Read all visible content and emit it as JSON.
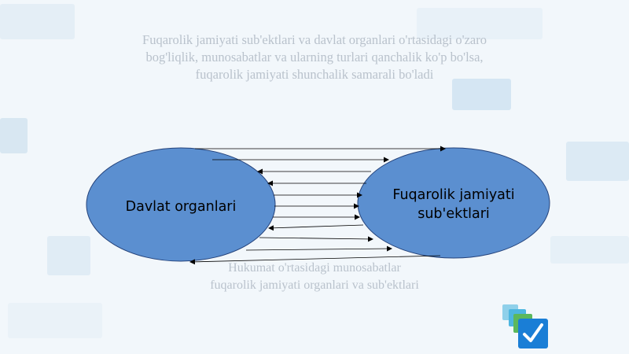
{
  "heading": {
    "line1": "Fuqarolik jamiyati sub'ektlari va davlat organlari o'rtasidagi o'zaro",
    "line2": "bog'liqlik, munosabatlar va ularning turlari qanchalik ko'p bo'lsa,",
    "line3": "fuqarolik jamiyati shunchalik samarali bo'ladi"
  },
  "nodes": {
    "left": {
      "label": "Davlat organlari"
    },
    "right": {
      "line1": "Fuqarolik jamiyati",
      "line2": "sub'ektlari"
    }
  },
  "caption": {
    "line1": "Hukumat o'rtasidagi munosabatlar",
    "line2": "fuqarolik jamiyati organlari va sub'ektlari"
  },
  "colors": {
    "node_fill": "#5b8fd0",
    "node_stroke": "#24427a",
    "arrow": "#000000",
    "faded_text": "#b9c2cc",
    "logo_check_box": "#1a7ed6"
  },
  "icons": {
    "logo": "checkmark-logo-icon"
  }
}
